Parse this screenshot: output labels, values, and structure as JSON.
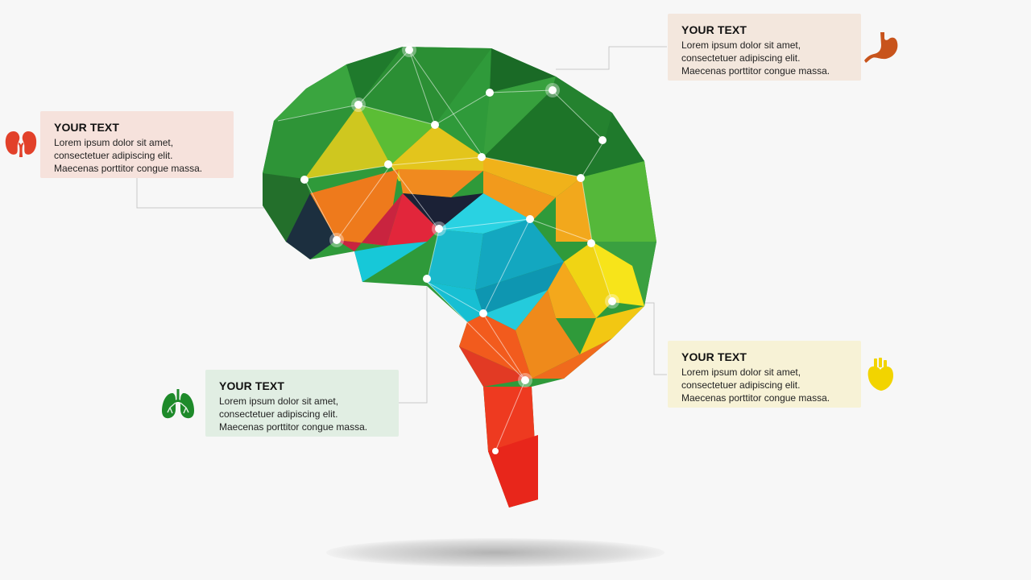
{
  "callouts": [
    {
      "id": "kidney",
      "title": "YOUR TEXT",
      "lines": [
        "Lorem ipsum dolor sit amet,",
        "consectetuer adipiscing elit.",
        "Maecenas porttitor congue massa."
      ],
      "bg": "#f6e2dc",
      "icon": "kidneys-icon",
      "icon_color": "#e2412a"
    },
    {
      "id": "stomach",
      "title": "YOUR TEXT",
      "lines": [
        "Lorem ipsum dolor sit amet,",
        "consectetuer adipiscing elit.",
        "Maecenas porttitor congue massa."
      ],
      "bg": "#f3e7dd",
      "icon": "stomach-icon",
      "icon_color": "#c8541c"
    },
    {
      "id": "lungs",
      "title": "YOUR TEXT",
      "lines": [
        "Lorem ipsum dolor sit amet,",
        "consectetuer adipiscing elit.",
        "Maecenas porttitor congue massa."
      ],
      "bg": "#e1eee3",
      "icon": "lungs-icon",
      "icon_color": "#1e8a2a"
    },
    {
      "id": "heart",
      "title": "YOUR TEXT",
      "lines": [
        "Lorem ipsum dolor sit amet,",
        "consectetuer adipiscing elit.",
        "Maecenas porttitor congue massa."
      ],
      "bg": "#f7f2d6",
      "icon": "heart-icon",
      "icon_color": "#f2d400"
    }
  ],
  "colors": {
    "green_dark": "#1f7a2c",
    "green": "#2f9a3a",
    "yellow": "#e7c91e",
    "orange": "#ee7a1c",
    "red": "#e23a24",
    "cyan": "#1fc6d8",
    "connector": "#c9c9c9"
  }
}
